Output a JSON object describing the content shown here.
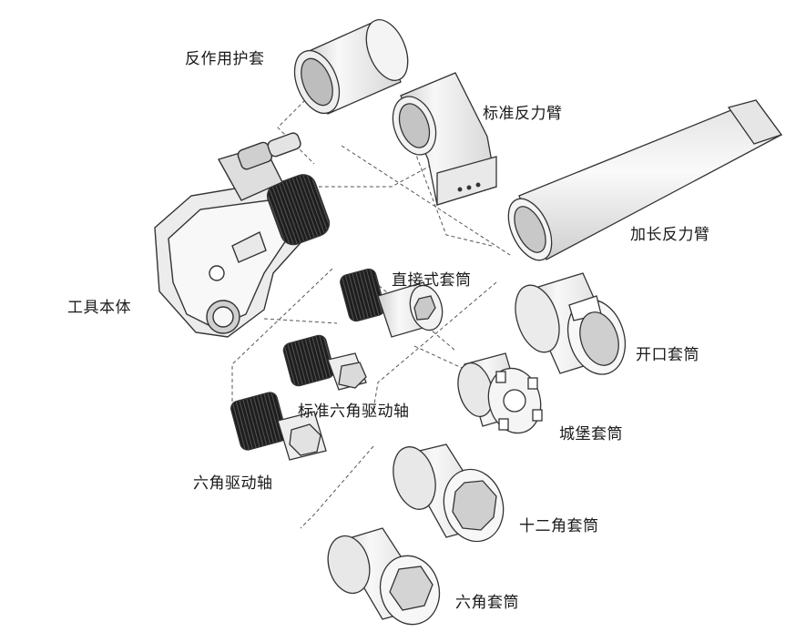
{
  "labels": {
    "protective_sleeve": "反作用护套",
    "standard_reaction_arm": "标准反力臂",
    "extended_reaction_arm": "加长反力臂",
    "tool_body": "工具本体",
    "straight_socket": "直接式套筒",
    "open_socket": "开口套筒",
    "standard_hex_drive": "标准六角驱动轴",
    "castle_socket": "城堡套筒",
    "hex_drive_shaft": "六角驱动轴",
    "twelve_point_socket": "十二角套筒",
    "hex_socket": "六角套筒"
  },
  "colors": {
    "line": "#3a3a3a",
    "part_fill": "#f4f4f4",
    "part_shade": "#d8d8d8",
    "knurl": "#1e1e1e"
  }
}
